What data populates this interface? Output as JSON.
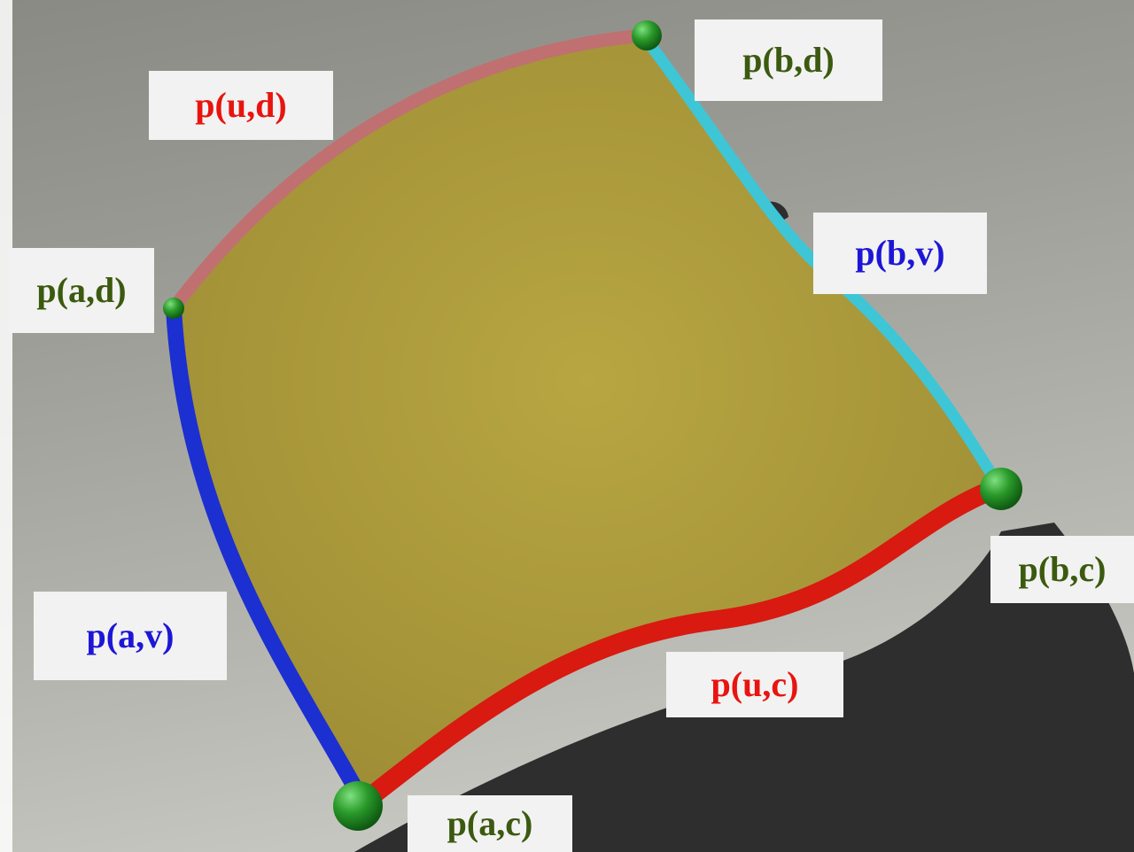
{
  "labels": {
    "corner_b_d": "p(b,d)",
    "edge_u_d": "p(u,d)",
    "corner_a_d": "p(a,d)",
    "edge_b_v": "p(b,v)",
    "edge_a_v": "p(a,v)",
    "edge_u_c": "p(u,c)",
    "corner_b_c": "p(b,c)",
    "corner_a_c": "p(a,c)"
  },
  "colors": {
    "surface": "#b5a23e",
    "edge_u_d": "#c07070",
    "edge_b_v": "#3ec6d6",
    "edge_a_v": "#1c2fd0",
    "edge_u_c": "#d81a10",
    "corner_points": "#2a9a2a",
    "corner_label_text": "#3b5a0f",
    "red_label_text": "#e8140f",
    "blue_label_text": "#1e16d6"
  }
}
